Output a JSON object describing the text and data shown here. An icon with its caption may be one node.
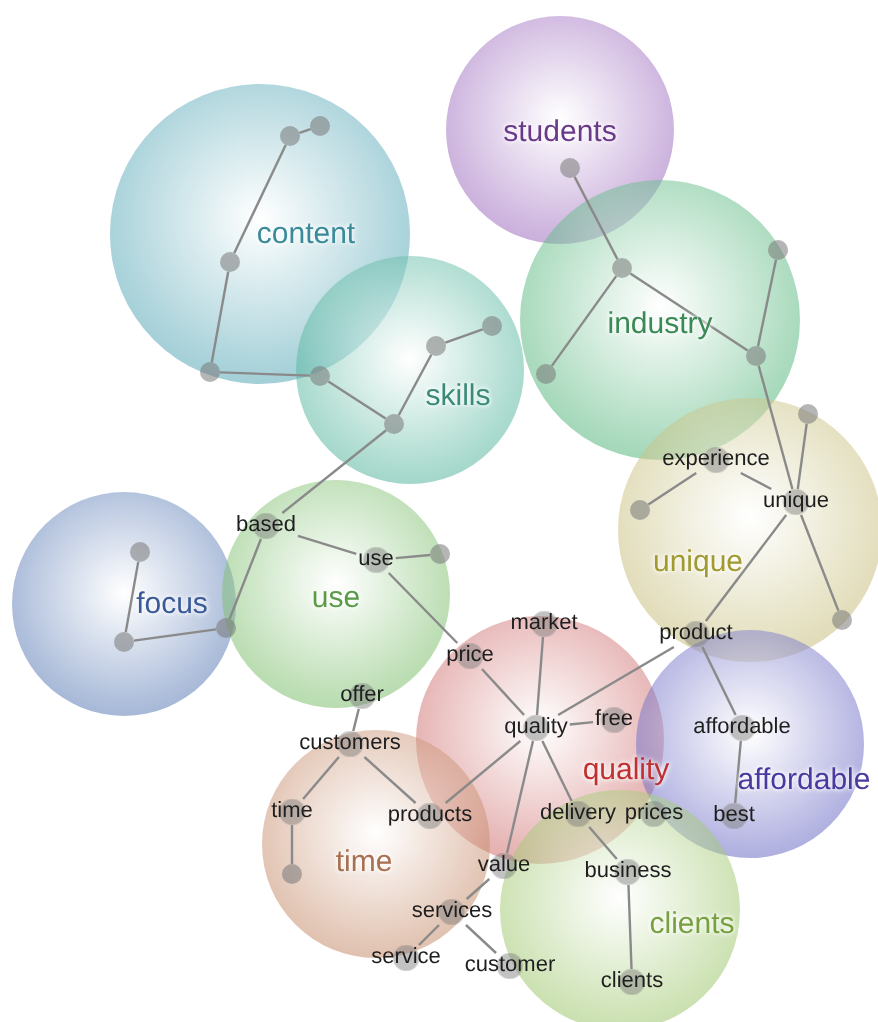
{
  "diagram": {
    "nodes": [
      {
        "text": [
          "content"
        ]
      },
      {
        "text": [],
        "shape": "circle",
        "in": 0
      },
      {
        "text": [],
        "shape": "circle",
        "in": 0
      },
      {
        "text": [],
        "shape": "circle",
        "in": 0
      },
      {
        "text": [],
        "shape": "circle",
        "in": 0
      },
      {
        "text": [
          "students"
        ]
      },
      {
        "text": [],
        "shape": "circle",
        "in": 5
      },
      {
        "text": [
          "industry"
        ]
      },
      {
        "text": [],
        "shape": "circle",
        "in": 7
      },
      {
        "text": [],
        "shape": "circle",
        "in": 7
      },
      {
        "text": [],
        "shape": "circle",
        "in": 7
      },
      {
        "text": [],
        "shape": "circle",
        "in": 7
      },
      {
        "text": [
          "skills"
        ]
      },
      {
        "text": [],
        "shape": "circle"
      },
      {
        "text": [],
        "shape": "circle",
        "in": 12
      },
      {
        "text": [],
        "shape": "circle",
        "in": 12
      },
      {
        "text": [],
        "shape": "circle",
        "in": 12
      },
      {
        "text": [
          "unique"
        ]
      },
      {
        "text": [],
        "shape": "circle",
        "in": 17
      },
      {
        "text": [
          "experience"
        ],
        "in": 17
      },
      {
        "text": [],
        "shape": "circle",
        "in": 17
      },
      {
        "text": [
          "unique"
        ],
        "in": 17
      },
      {
        "text": [],
        "shape": "circle",
        "in": 17
      },
      {
        "text": [
          "product"
        ],
        "in": 17
      },
      {
        "text": [
          "focus"
        ]
      },
      {
        "text": [],
        "shape": "circle",
        "in": 24
      },
      {
        "text": [],
        "shape": "circle",
        "in": 24
      },
      {
        "text": [],
        "shape": "circle",
        "in": 24
      },
      {
        "text": [
          "use"
        ]
      },
      {
        "text": [
          "based"
        ],
        "in": 28
      },
      {
        "text": [
          "use"
        ],
        "in": 28
      },
      {
        "text": [],
        "shape": "circle",
        "in": 28
      },
      {
        "text": [
          "offer"
        ],
        "in": 28
      },
      {
        "text": [
          "quality"
        ]
      },
      {
        "text": [
          "market"
        ],
        "in": 33
      },
      {
        "text": [
          "price"
        ],
        "in": 33
      },
      {
        "text": [
          "quality"
        ],
        "in": 33
      },
      {
        "text": [
          "free"
        ],
        "in": 33
      },
      {
        "text": [
          "affordable"
        ]
      },
      {
        "text": [
          "affordable"
        ],
        "in": 38
      },
      {
        "text": [
          "time"
        ]
      },
      {
        "text": [
          "customers"
        ],
        "in": 40
      },
      {
        "text": [
          "time"
        ],
        "in": 40
      },
      {
        "text": [],
        "shape": "circle",
        "in": 40
      },
      {
        "text": [
          "products"
        ],
        "in": 40
      },
      {
        "text": [
          "delivery"
        ]
      },
      {
        "text": [
          "prices"
        ],
        "in": 48
      },
      {
        "text": [
          "best"
        ],
        "in": 38
      },
      {
        "text": [
          "clients"
        ]
      },
      {
        "text": [
          "value"
        ]
      },
      {
        "text": [
          "business"
        ],
        "in": 48
      },
      {
        "text": [
          "services"
        ],
        "in": 40
      },
      {
        "text": [
          "service"
        ]
      },
      {
        "text": [
          "customer"
        ]
      },
      {
        "text": [
          "clients"
        ],
        "in": 48
      }
    ],
    "edges": [
      {
        "from": 1,
        "to": 2,
        "arrow": "none"
      },
      {
        "from": 1,
        "to": 3,
        "arrow": "none"
      },
      {
        "from": 3,
        "to": 4,
        "arrow": "none"
      },
      {
        "from": 4,
        "to": 13,
        "arrow": "none"
      },
      {
        "from": 13,
        "to": 16,
        "arrow": "none"
      },
      {
        "from": 16,
        "to": 14,
        "arrow": "none"
      },
      {
        "from": 14,
        "to": 15,
        "arrow": "none"
      },
      {
        "from": 16,
        "to": 29,
        "arrow": "none"
      },
      {
        "from": 29,
        "to": 27,
        "arrow": "none"
      },
      {
        "from": 29,
        "to": 30,
        "arrow": "none"
      },
      {
        "from": 30,
        "to": 31,
        "arrow": "none"
      },
      {
        "from": 30,
        "to": 35,
        "arrow": "none"
      },
      {
        "from": 35,
        "to": 36,
        "arrow": "none"
      },
      {
        "from": 25,
        "to": 26,
        "arrow": "none"
      },
      {
        "from": 26,
        "to": 27,
        "arrow": "none"
      },
      {
        "from": 6,
        "to": 8,
        "arrow": "none"
      },
      {
        "from": 8,
        "to": 9,
        "arrow": "none"
      },
      {
        "from": 8,
        "to": 11,
        "arrow": "none"
      },
      {
        "from": 10,
        "to": 11,
        "arrow": "none"
      },
      {
        "from": 11,
        "to": 21,
        "arrow": "none"
      },
      {
        "from": 19,
        "to": 20,
        "arrow": "none"
      },
      {
        "from": 19,
        "to": 21,
        "arrow": "none"
      },
      {
        "from": 18,
        "to": 21,
        "arrow": "none"
      },
      {
        "from": 21,
        "to": 22,
        "arrow": "none"
      },
      {
        "from": 21,
        "to": 23,
        "arrow": "none"
      },
      {
        "from": 23,
        "to": 36,
        "arrow": "none"
      },
      {
        "from": 23,
        "to": 39,
        "arrow": "none"
      },
      {
        "from": 39,
        "to": 47,
        "arrow": "none"
      },
      {
        "from": 34,
        "to": 36,
        "arrow": "none"
      },
      {
        "from": 36,
        "to": 37,
        "arrow": "none"
      },
      {
        "from": 36,
        "to": 44,
        "arrow": "none"
      },
      {
        "from": 36,
        "to": 49,
        "arrow": "none"
      },
      {
        "from": 36,
        "to": 45,
        "arrow": "none"
      },
      {
        "from": 32,
        "to": 41,
        "arrow": "none"
      },
      {
        "from": 41,
        "to": 42,
        "arrow": "none"
      },
      {
        "from": 41,
        "to": 44,
        "arrow": "none"
      },
      {
        "from": 42,
        "to": 43,
        "arrow": "none"
      },
      {
        "from": 49,
        "to": 51,
        "arrow": "none"
      },
      {
        "from": 51,
        "to": 52,
        "arrow": "none"
      },
      {
        "from": 51,
        "to": 53,
        "arrow": "none"
      },
      {
        "from": 45,
        "to": 50,
        "arrow": "none"
      },
      {
        "from": 50,
        "to": 54,
        "arrow": "none"
      }
    ]
  }
}
